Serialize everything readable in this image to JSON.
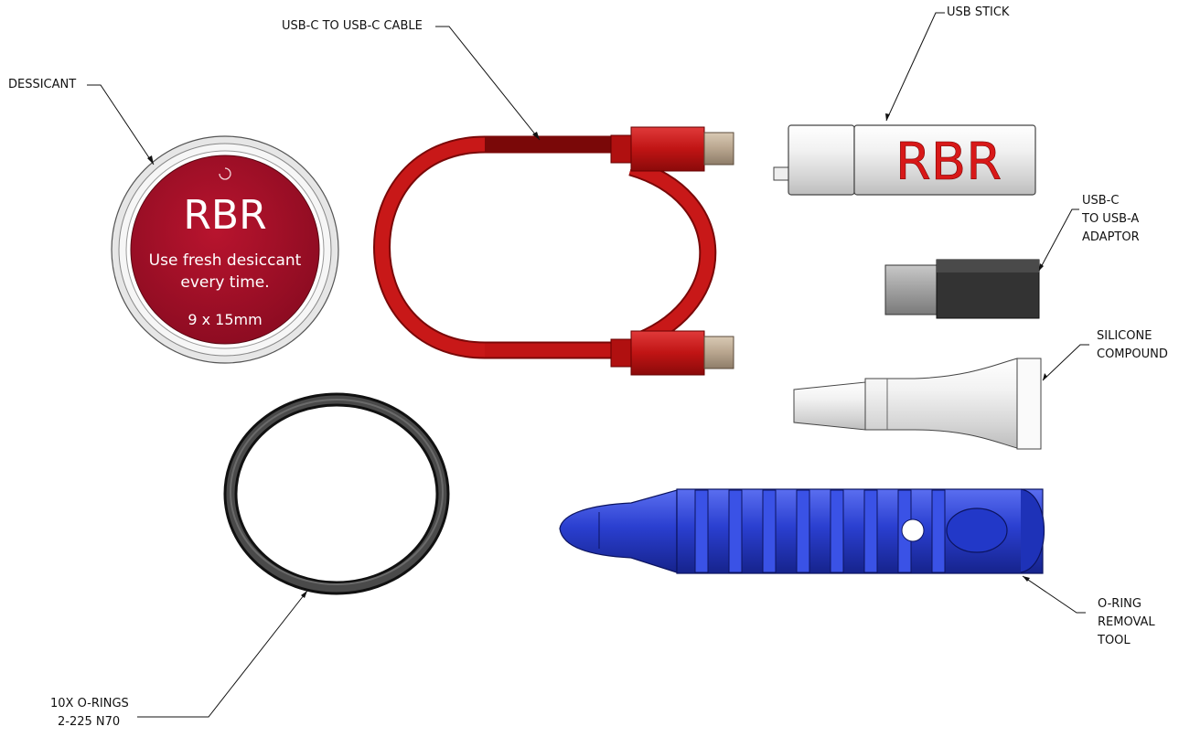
{
  "callouts": {
    "dessicant": "DESSICANT",
    "cable": "USB-C TO USB-C CABLE",
    "usb_stick": "USB STICK",
    "adaptor": [
      "USB-C",
      "TO USB-A",
      "ADAPTOR"
    ],
    "silicone": [
      "SILICONE",
      "COMPOUND"
    ],
    "tool": [
      "O-RING",
      "REMOVAL",
      "TOOL"
    ],
    "orings": [
      "10X O-RINGS",
      "2-225 N70"
    ]
  },
  "desiccant_label": {
    "brand": "RBR",
    "line1": "Use fresh desiccant",
    "line2": "every time.",
    "size": "9 x 15mm"
  },
  "usb_stick_brand": "RBR",
  "colors": {
    "desiccant_red": "#a8102a",
    "cable_red": "#c01414",
    "connector_metal": "#b8a58e",
    "tool_blue": "#2a3fd0",
    "adaptor_dark": "#333333",
    "oring_black": "#2a2a2a"
  }
}
